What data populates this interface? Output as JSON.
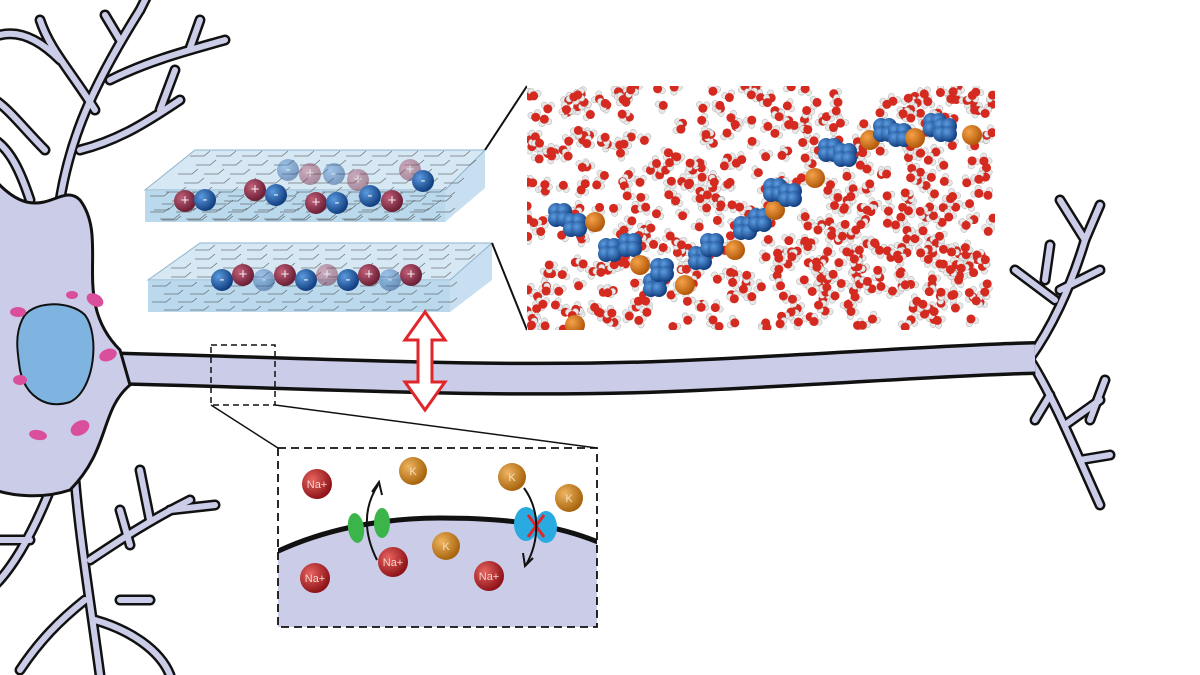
{
  "inset": {
    "ions": [
      {
        "label": "Na+",
        "type": "sodium",
        "side": "outside"
      },
      {
        "label": "K",
        "type": "potassium",
        "side": "outside"
      },
      {
        "label": "K",
        "type": "potassium",
        "side": "outside"
      },
      {
        "label": "K",
        "type": "potassium",
        "side": "outside"
      },
      {
        "label": "Na+",
        "type": "sodium",
        "side": "inside"
      },
      {
        "label": "Na+",
        "type": "sodium",
        "side": "inside"
      },
      {
        "label": "Na+",
        "type": "sodium",
        "side": "inside"
      },
      {
        "label": "K",
        "type": "potassium",
        "side": "inside"
      }
    ]
  },
  "sheets": {
    "top": {
      "charges": [
        "+",
        "-",
        "+",
        "-",
        "+",
        "-",
        "-",
        "+",
        "-"
      ]
    },
    "bottom": {
      "charges": [
        "-",
        "+",
        "-",
        "+",
        "-",
        "+",
        "-",
        "+",
        "-",
        "+"
      ]
    }
  },
  "colors": {
    "neuron_fill": "#cbcce8",
    "nucleus": "#7fb3e0",
    "organelle": "#d94f9b",
    "sodium": "#c0272d",
    "potassium": "#d68a1f",
    "na_channel": "#3bb44a",
    "k_channel": "#29abe2",
    "arrow": "#e0262a",
    "anion": "#1f5fa8",
    "cation": "#8e2f4b"
  }
}
